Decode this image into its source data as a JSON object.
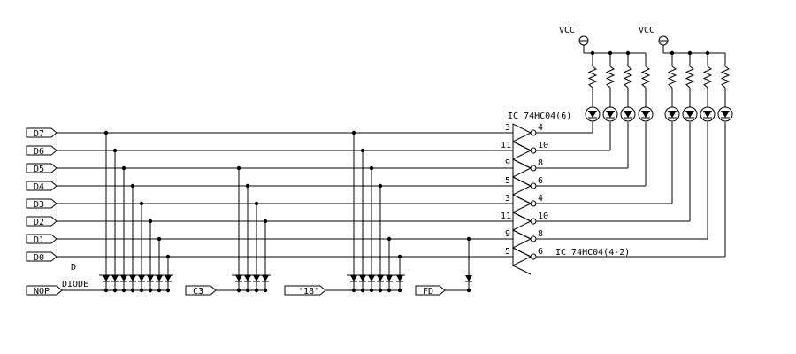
{
  "bus_inputs": [
    "D7",
    "D6",
    "D5",
    "D4",
    "D3",
    "D2",
    "D1",
    "D0"
  ],
  "control_ports": [
    {
      "id": "nop",
      "label": "NOP"
    },
    {
      "id": "c3",
      "label": "C3"
    },
    {
      "id": "18",
      "label": "'18'"
    },
    {
      "id": "fd",
      "label": "FD"
    }
  ],
  "diode_labels": {
    "ref": "D",
    "name": "DIODE"
  },
  "ic_labels": {
    "upper": "IC 74HC04(6)",
    "lower": "IC 74HC04(4-2)"
  },
  "vcc_labels": [
    "VCC",
    "VCC"
  ],
  "inverters": [
    {
      "in_pin": "3",
      "out_pin": "4"
    },
    {
      "in_pin": "11",
      "out_pin": "10"
    },
    {
      "in_pin": "9",
      "out_pin": "8"
    },
    {
      "in_pin": "5",
      "out_pin": "6"
    },
    {
      "in_pin": "3",
      "out_pin": "4"
    },
    {
      "in_pin": "11",
      "out_pin": "10"
    },
    {
      "in_pin": "9",
      "out_pin": "8"
    },
    {
      "in_pin": "5",
      "out_pin": "6"
    }
  ]
}
